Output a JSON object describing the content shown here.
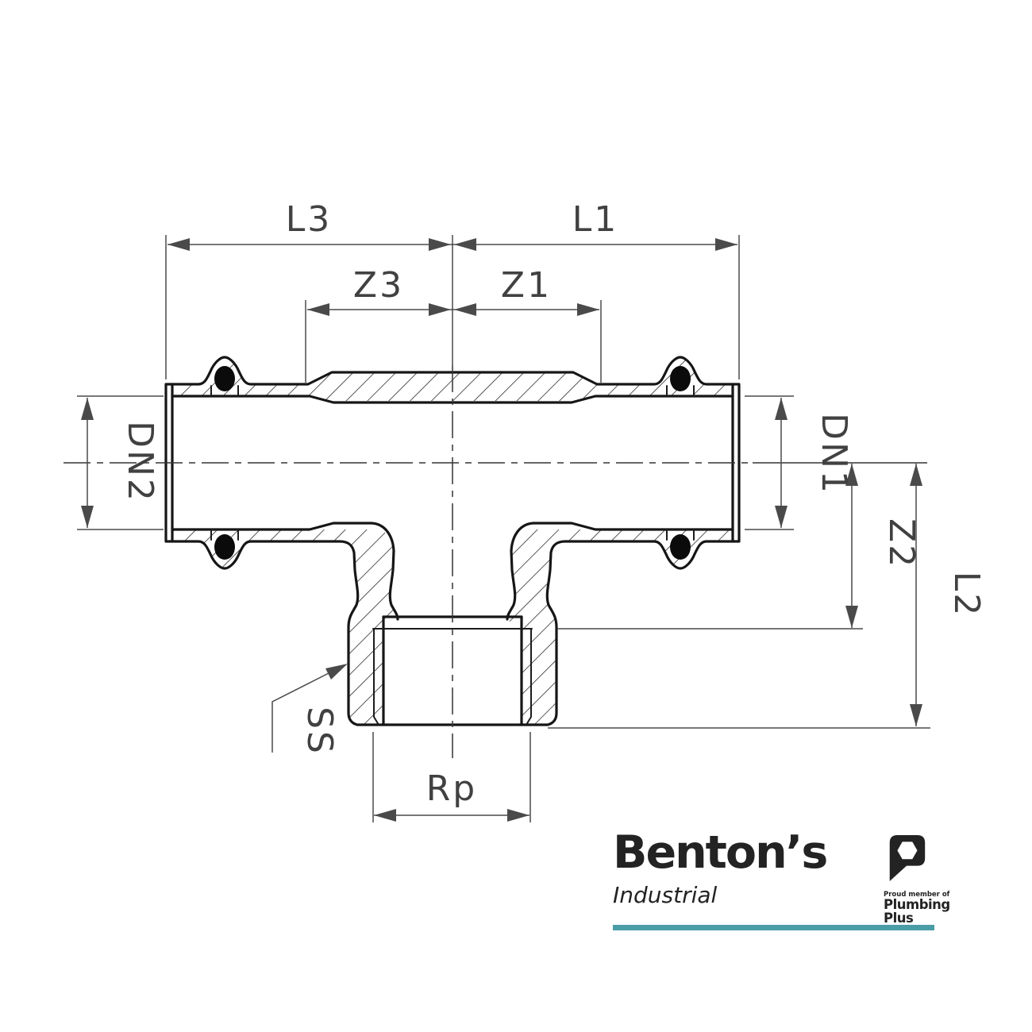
{
  "drawing": {
    "type": "technical-drawing",
    "subject": "press-fit tee fitting with female thread branch, cross-section",
    "line_color": "#1a1a1a",
    "dim_color": "#4a4a4a",
    "dims": {
      "l3": "L3",
      "l1": "L1",
      "z3": "Z3",
      "z1": "Z1",
      "dn2": "DN2",
      "dn1": "DN1",
      "z2": "Z2",
      "l2": "L2",
      "rp": "Rp",
      "ss": "SS"
    }
  },
  "logo": {
    "brand": "Benton’s",
    "division": "Industrial",
    "badge": {
      "icon": "plumbing-plus-p-badge",
      "note": "Proud member of",
      "org_line1": "Plumbing",
      "org_line2": "Plus"
    },
    "accent_color": "#4A9CA6",
    "text_color": "#232323"
  }
}
